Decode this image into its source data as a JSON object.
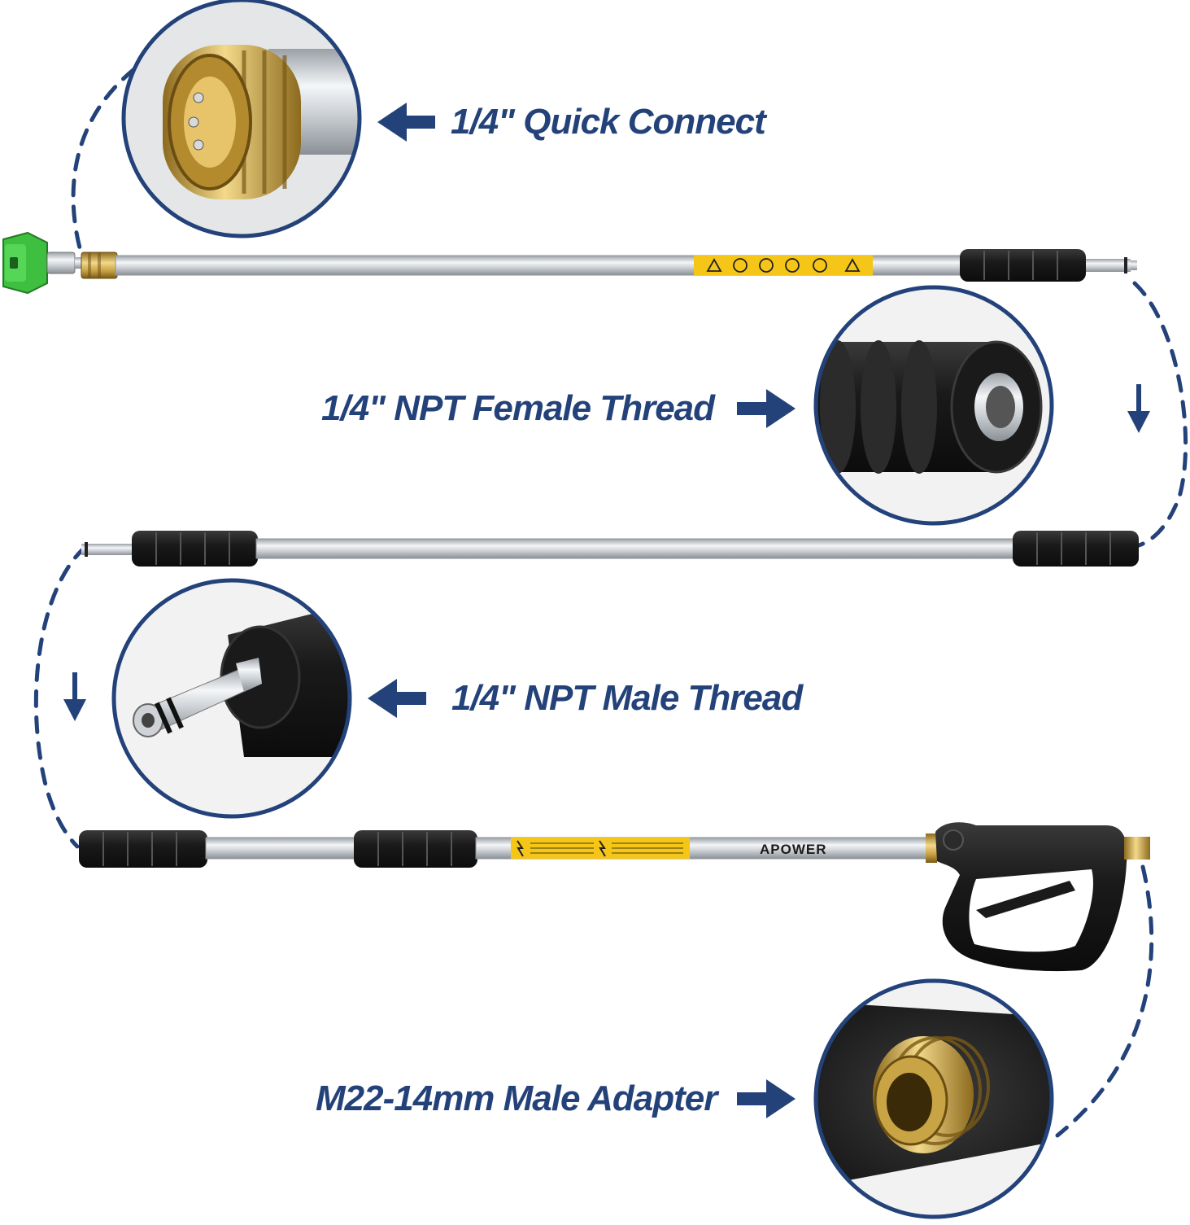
{
  "labels": {
    "quick_connect": "1/4\" Quick Connect",
    "npt_female": "1/4\" NPT Female Thread",
    "npt_male": "1/4\" NPT Male Thread",
    "m22_adapter": "M22-14mm Male Adapter"
  },
  "brand": "APOWER",
  "colors": {
    "accent_blue": "#24427a",
    "nozzle_green": "#3fbf3f",
    "warning_yellow": "#f5c518",
    "brass": "#c9a445",
    "grip_black": "#1e1e1e"
  },
  "icons": [
    "quick-connect-icon",
    "npt-female-icon",
    "npt-male-icon",
    "m22-adapter-icon"
  ]
}
